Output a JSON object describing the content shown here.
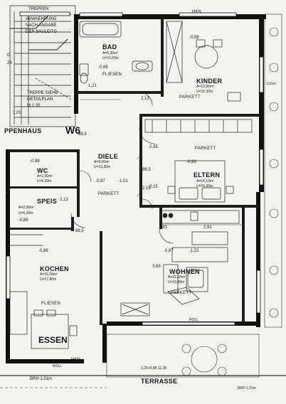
{
  "stair_note": [
    "TREPPEN",
    "ABWAEHRUNG",
    "NACH ANGABE",
    "DER BAULEITG"
  ],
  "stair_detail": [
    "TREPPE SIEHE",
    "DETAILPLAN",
    "M 1:20"
  ],
  "stair_code": [
    "G",
    "26"
  ],
  "treppenhaus": "PPENHAUS",
  "unit": "W6",
  "hkn_top": "HKN",
  "hkn_bottom": "HKN",
  "rooms": {
    "bad": {
      "name": "BAD",
      "area": "A=6,30m²",
      "perimeter": "U=11,60m",
      "level": "-0,89",
      "floor": "FLIESEN"
    },
    "kinder": {
      "name": "KINDER",
      "area": "A=13,90m²",
      "perimeter": "U=15,30m",
      "level": "-0,89",
      "floor": "PARKETT"
    },
    "diele": {
      "name": "DIELE",
      "area": "A=9,06m²",
      "perimeter": "U=13,30m",
      "level_a": "-0,87",
      "level_b": "-1,01",
      "floor": "PARKETT"
    },
    "wc": {
      "name": "WC",
      "area": "A=1,55m²",
      "perimeter": "U=5,20m",
      "level": "-0,89"
    },
    "speis": {
      "name": "SPEIS",
      "area": "A=2,30m²",
      "perimeter": "U=6,30m",
      "level": "-0,89"
    },
    "eltern": {
      "name": "ELTERN",
      "area": "A=14,10m²",
      "perimeter": "U=15,60m",
      "level": "-0,89",
      "floor": "PARKETT"
    },
    "kochen": {
      "name": "KOCHEN",
      "area": "A=16,50m²",
      "perimeter": "U=17,80m",
      "level": "-0,89",
      "floor": "FLIESEN"
    },
    "essen": {
      "name": "ESSEN"
    },
    "wohnen": {
      "name": "WOHNEN",
      "area": "A=22,10m²",
      "perimeter": "U=19,30m",
      "level_a": "-0,87",
      "level_b": "-1,01",
      "floor": "PARKETT"
    }
  },
  "terrasse": "TERRASSE",
  "roll": [
    "ROLL",
    "ROLL"
  ],
  "brh": [
    "BRH 1,01m",
    "BRH 1,01m"
  ],
  "level_left": "1,01",
  "dims": {
    "bad_v": "1,21",
    "bad_h": "2,13",
    "diele_a": "88,5",
    "diele_b": "2,35",
    "diele_c": "2,15",
    "door_a": "88,5",
    "eltern_v": "2,15",
    "speis_a": "2,13",
    "speis_b": "88,5",
    "wohnen_83": "83",
    "wohnen_291": "2,91",
    "wohnen_365": "3,65",
    "terrace": "2,25+5,88  11,38",
    "right_margin": "1,01m"
  }
}
